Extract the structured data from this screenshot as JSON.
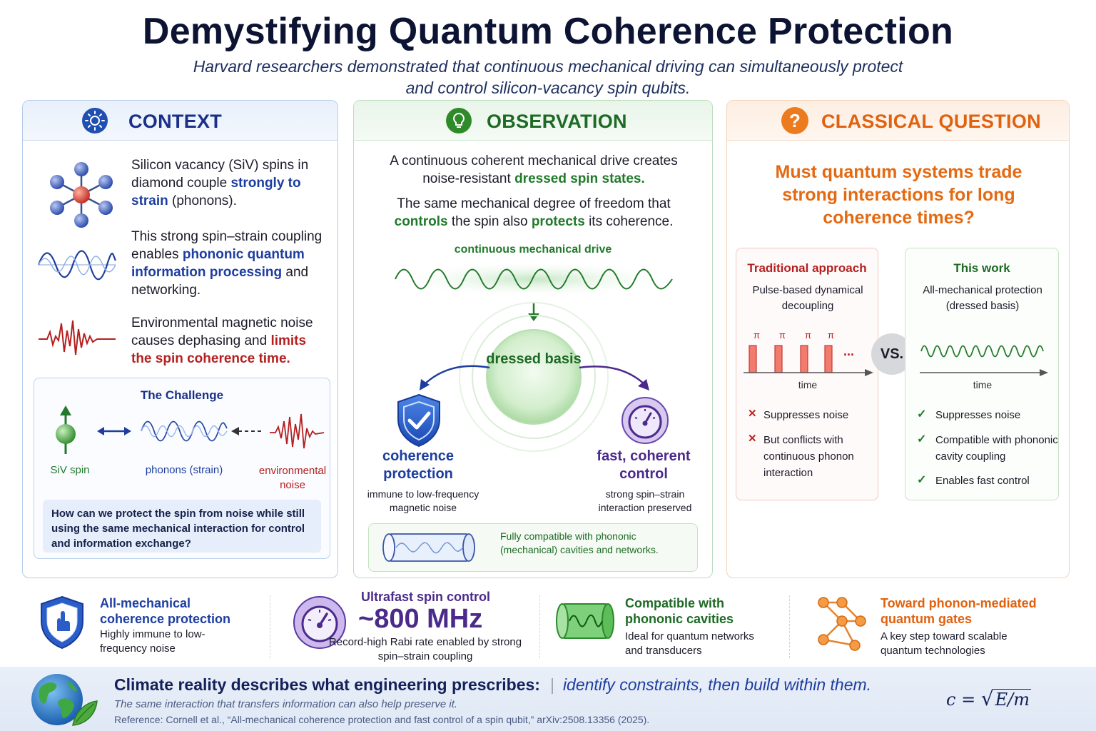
{
  "header": {
    "title": "Demystifying Quantum Coherence Protection",
    "subtitle": "Harvard researchers demonstrated that continuous mechanical driving can simultaneously protect and control silicon-vacancy spin qubits."
  },
  "context": {
    "title": "CONTEXT",
    "p1": {
      "a": "Silicon vacancy (SiV) spins in diamond couple ",
      "b": "strongly to strain",
      "c": " (phonons)."
    },
    "p2": {
      "a": "This strong spin–strain coupling enables ",
      "b": "phononic quantum information processing",
      "c": " and networking."
    },
    "p3": {
      "a": "Environmental magnetic noise causes dephasing and ",
      "b": "limits the spin coherence time."
    },
    "challenge": {
      "title": "The Challenge",
      "spin_label": "SiV spin",
      "phonon_label": "phonons (strain)",
      "noise_label": "environmental noise",
      "question": "How can we protect the spin from noise while still using the same mechanical interaction for control and information exchange?"
    }
  },
  "observation": {
    "title": "OBSERVATION",
    "p1": {
      "a": "A continuous coherent mechanical drive creates noise-resistant ",
      "b": "dressed spin states."
    },
    "p2": {
      "a": "The same mechanical degree of freedom that ",
      "b": "controls",
      "c": " the spin also ",
      "d": "protects",
      "e": " its coherence."
    },
    "drive_label": "continuous mechanical drive",
    "center_label": "dressed basis",
    "left": {
      "title": "coherence protection",
      "desc": "immune to low-frequency magnetic noise"
    },
    "right": {
      "title": "fast, coherent control",
      "desc": "strong spin–strain interaction preserved"
    },
    "cavity_note": "Fully compatible with phononic (mechanical) cavities and networks."
  },
  "question": {
    "title": "CLASSICAL QUESTION",
    "icon_glyph": "?",
    "headline": "Must quantum systems trade strong interactions for long coherence times?",
    "traditional": {
      "title": "Traditional approach",
      "desc": "Pulse-based dynamical decoupling",
      "pulse_symbol": "π",
      "ellipsis": "...",
      "axis": "time",
      "items": [
        "Suppresses noise",
        "But conflicts with continuous phonon interaction"
      ]
    },
    "vs": "VS.",
    "this_work": {
      "title": "This work",
      "desc": "All-mechanical protection (dressed basis)",
      "axis": "time",
      "items": [
        "Suppresses noise",
        "Compatible with phononic cavity coupling",
        "Enables fast control"
      ]
    }
  },
  "features": [
    {
      "title": "All-mechanical coherence protection",
      "desc": "Highly immune to low-frequency noise"
    },
    {
      "title": "Ultrafast spin control",
      "big": "~800 MHz",
      "desc": "Record-high Rabi rate enabled by strong spin–strain coupling"
    },
    {
      "title": "Compatible with phononic cavities",
      "desc": "Ideal for quantum networks and transducers"
    },
    {
      "title": "Toward phonon-mediated quantum gates",
      "desc": "A key step toward scalable quantum technologies"
    }
  ],
  "footer": {
    "headline": "Climate reality describes what engineering prescribes:",
    "headline_italic": "identify constraints, then build within them.",
    "line2": "The same interaction that transfers information can also help preserve it.",
    "reference": "Reference: Cornell et al., “All-mechanical coherence protection and fast control of a spin qubit,” arXiv:2508.13356 (2025).",
    "formula_lhs": "c = ",
    "formula_rhs": "E/m"
  },
  "colors": {
    "navy": "#1d3da0",
    "red": "#b51f1f",
    "green": "#217a2a",
    "orange": "#e46a12",
    "purple": "#4b2a8c"
  }
}
